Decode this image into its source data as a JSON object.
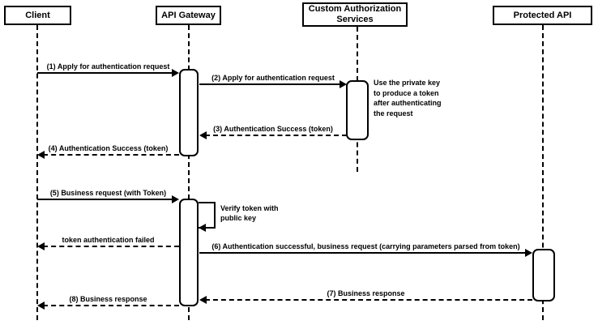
{
  "diagram": {
    "type": "sequence-diagram",
    "colors": {
      "stroke": "#000000",
      "fill": "#ffffff",
      "background": "#ffffff",
      "text": "#000000"
    }
  },
  "actors": [
    {
      "name": "Client"
    },
    {
      "name": "API Gateway"
    },
    {
      "name": "Custom Authorization Services"
    },
    {
      "name": "Protected API"
    }
  ],
  "messages": [
    {
      "label": "(1) Apply for authentication request",
      "from": "Client",
      "to": "API Gateway",
      "style": "solid"
    },
    {
      "label": "(2) Apply for authentication request",
      "from": "API Gateway",
      "to": "Custom Authorization Services",
      "style": "solid"
    },
    {
      "label": "(3) Authentication Success (token)",
      "from": "Custom Authorization Services",
      "to": "API Gateway",
      "style": "dashed"
    },
    {
      "label": "(4) Authentication Success (token)",
      "from": "API Gateway",
      "to": "Client",
      "style": "dashed"
    },
    {
      "label": "(5) Business request (with Token)",
      "from": "Client",
      "to": "API Gateway",
      "style": "solid"
    },
    {
      "label": "Verify token with public key",
      "from": "API Gateway",
      "to": "API Gateway",
      "style": "self"
    },
    {
      "label": "token authentication failed",
      "from": "API Gateway",
      "to": "Client",
      "style": "dashed"
    },
    {
      "label": "(6) Authentication successful, business request (carrying parameters parsed from token)",
      "from": "API Gateway",
      "to": "Protected API",
      "style": "solid"
    },
    {
      "label": "(7) Business response",
      "from": "Protected API",
      "to": "API Gateway",
      "style": "dashed"
    },
    {
      "label": "(8) Business response",
      "from": "API Gateway",
      "to": "Client",
      "style": "dashed"
    }
  ],
  "note": {
    "text": "Use the private key to produce a token after authenticating the request"
  }
}
